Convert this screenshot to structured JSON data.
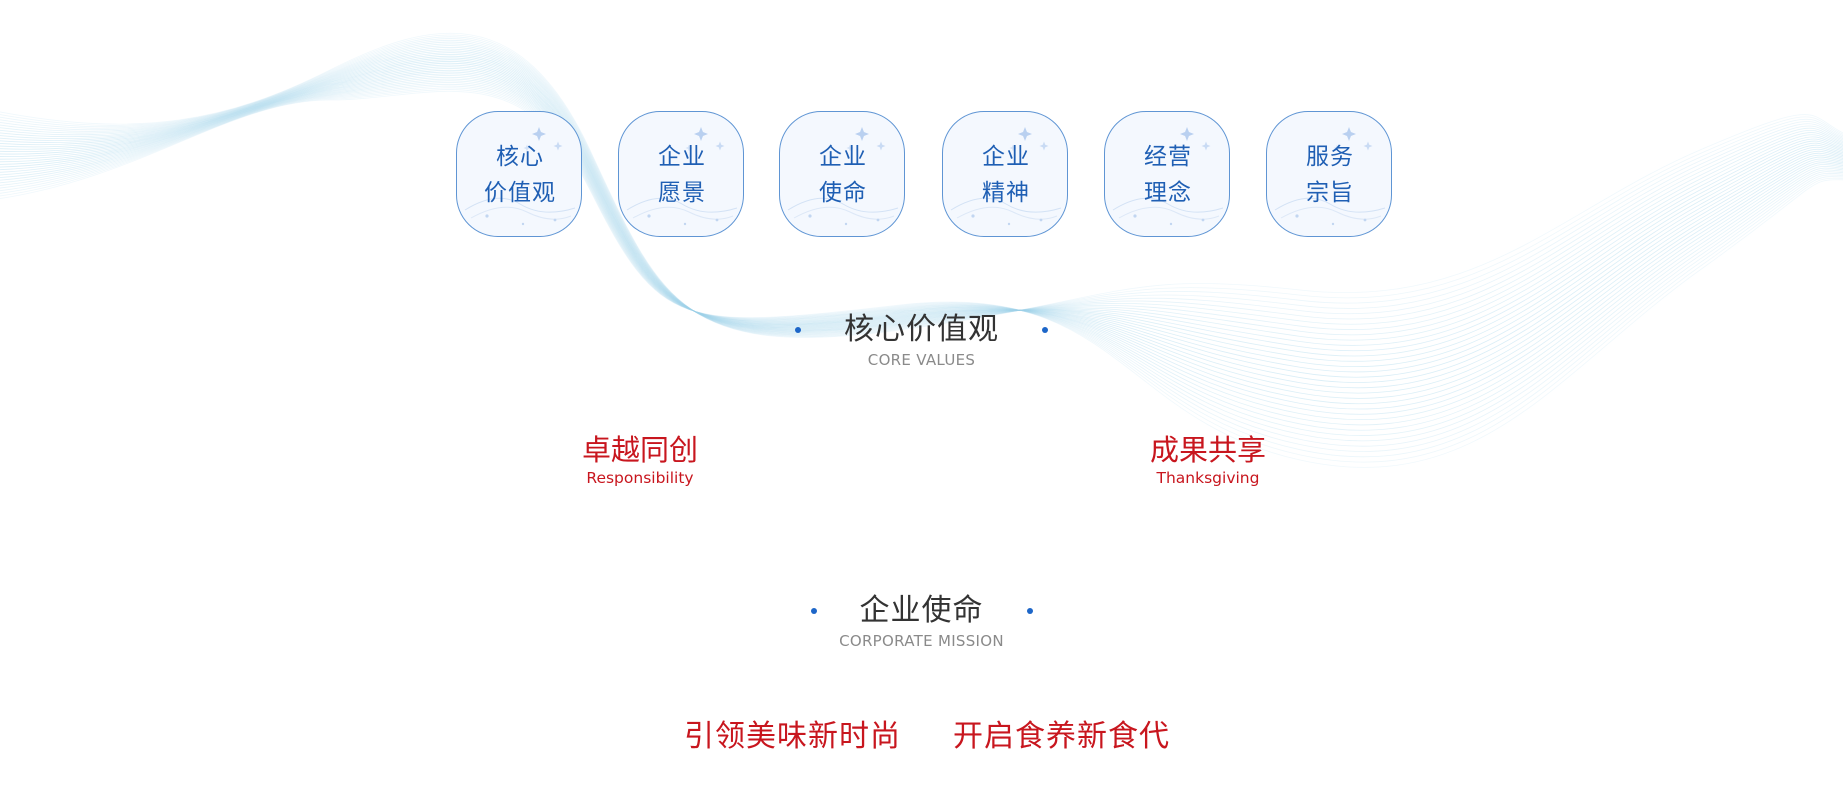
{
  "tabs": [
    {
      "line1": "核心",
      "line2": "价值观"
    },
    {
      "line1": "企业",
      "line2": "愿景"
    },
    {
      "line1": "企业",
      "line2": "使命"
    },
    {
      "line1": "企业",
      "line2": "精神"
    },
    {
      "line1": "经营",
      "line2": "理念"
    },
    {
      "line1": "服务",
      "line2": "宗旨"
    }
  ],
  "core_values": {
    "title": "核心价值观",
    "subtitle": "CORE VALUES",
    "items": [
      {
        "cn": "卓越同创",
        "en": "Responsibility"
      },
      {
        "cn": "成果共享",
        "en": "Thanksgiving"
      }
    ]
  },
  "mission": {
    "title": "企业使命",
    "subtitle": "CORPORATE MISSION",
    "items": [
      "引领美味新时尚",
      "开启食养新食代"
    ]
  },
  "colors": {
    "brand_blue": "#1f5fb4",
    "accent_red": "#c8161e",
    "wave": "#9fd3ea"
  }
}
